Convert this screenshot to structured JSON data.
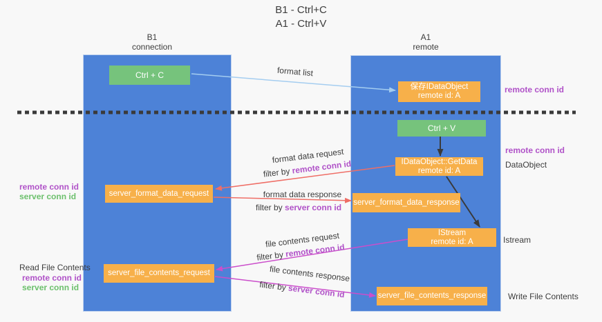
{
  "title": {
    "line1": "B1 - Ctrl+C",
    "line2": "A1 - Ctrl+V"
  },
  "columns": {
    "b1": {
      "name": "B1",
      "role": "connection"
    },
    "a1": {
      "name": "A1",
      "role": "remote"
    }
  },
  "boxes": {
    "ctrl_c": {
      "label": "Ctrl + C"
    },
    "ctrl_v": {
      "label": "Ctrl + V"
    },
    "save_dataobject": {
      "line1": "保存IDataObject",
      "line2": "remote id: A"
    },
    "getdata": {
      "line1": "IDataObject::GetData",
      "line2": "remote id: A"
    },
    "istream": {
      "line1": "IStream",
      "line2": "remote id: A"
    },
    "server_format_data_request": {
      "label": "server_format_data_request"
    },
    "server_format_data_response": {
      "label": "server_format_data_response"
    },
    "server_file_contents_request": {
      "label": "server_file_contents_request"
    },
    "server_file_contents_response": {
      "label": "server_file_contents_response"
    }
  },
  "messages": {
    "format_list": "format list",
    "format_data_request": "format data request",
    "format_data_response": "format data response",
    "file_contents_request": "file contents request",
    "file_contents_response": "file contents response",
    "filter_by": "filter by ",
    "remote_conn_id": "remote conn id",
    "server_conn_id": "server conn id"
  },
  "annotations": {
    "remote_conn_id": "remote conn id",
    "server_conn_id": "server conn id",
    "dataobject": "DataObject",
    "istream": "Istream",
    "read_file_contents": "Read File Contents",
    "write_file_contents": "Write File Contents"
  },
  "colors": {
    "lifeline_fill": "#4d82d7",
    "action_fill": "#76c37c",
    "message_fill": "#f7b04a",
    "arrow_blue": "#a4cdf0",
    "arrow_black": "#3a3a3a",
    "arrow_salmon": "#ef6e66",
    "arrow_magenta": "#cb4ecb",
    "dashed_line": "#3a3a3a",
    "remote_conn_id_color": "#b052c8",
    "server_conn_id_color": "#6cc06c",
    "text_dark": "#3c3c3c"
  }
}
